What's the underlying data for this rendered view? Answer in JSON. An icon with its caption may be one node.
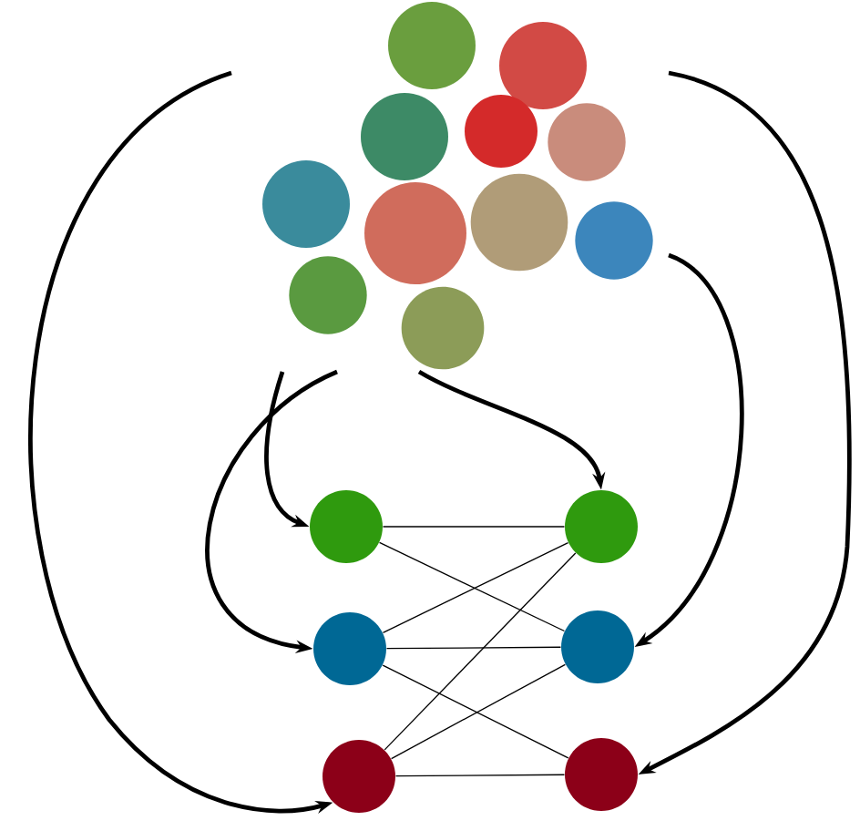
{
  "diagram": {
    "nodes": [
      {
        "text": [],
        "shape": "picture"
      },
      {
        "text": [],
        "shape": "circle"
      },
      {
        "text": [],
        "shape": "circle"
      },
      {
        "text": [],
        "shape": "circle"
      },
      {
        "text": [],
        "shape": "circle"
      },
      {
        "text": [],
        "shape": "circle"
      },
      {
        "text": [],
        "shape": "circle"
      }
    ],
    "edges": [
      {
        "from": 0,
        "to": 1,
        "arrow": "to",
        "style": "thick"
      },
      {
        "from": 0,
        "to": 2,
        "arrow": "to",
        "style": "thick"
      },
      {
        "from": 0,
        "to": 3,
        "arrow": "to",
        "style": "thick"
      },
      {
        "from": 0,
        "to": 4,
        "arrow": "to",
        "style": "thick"
      },
      {
        "from": 0,
        "to": 5,
        "arrow": "to",
        "style": "thick"
      },
      {
        "from": 0,
        "to": 6,
        "arrow": "to",
        "style": "thick"
      },
      {
        "from": 1,
        "to": 2,
        "arrow": "none"
      },
      {
        "from": 1,
        "to": 4,
        "arrow": "none"
      },
      {
        "from": 2,
        "to": 3,
        "arrow": "none"
      },
      {
        "from": 2,
        "to": 5,
        "arrow": "none"
      },
      {
        "from": 3,
        "to": 4,
        "arrow": "none"
      },
      {
        "from": 3,
        "to": 6,
        "arrow": "none"
      },
      {
        "from": 4,
        "to": 5,
        "arrow": "none"
      },
      {
        "from": 5,
        "to": 6,
        "arrow": "none"
      }
    ]
  }
}
